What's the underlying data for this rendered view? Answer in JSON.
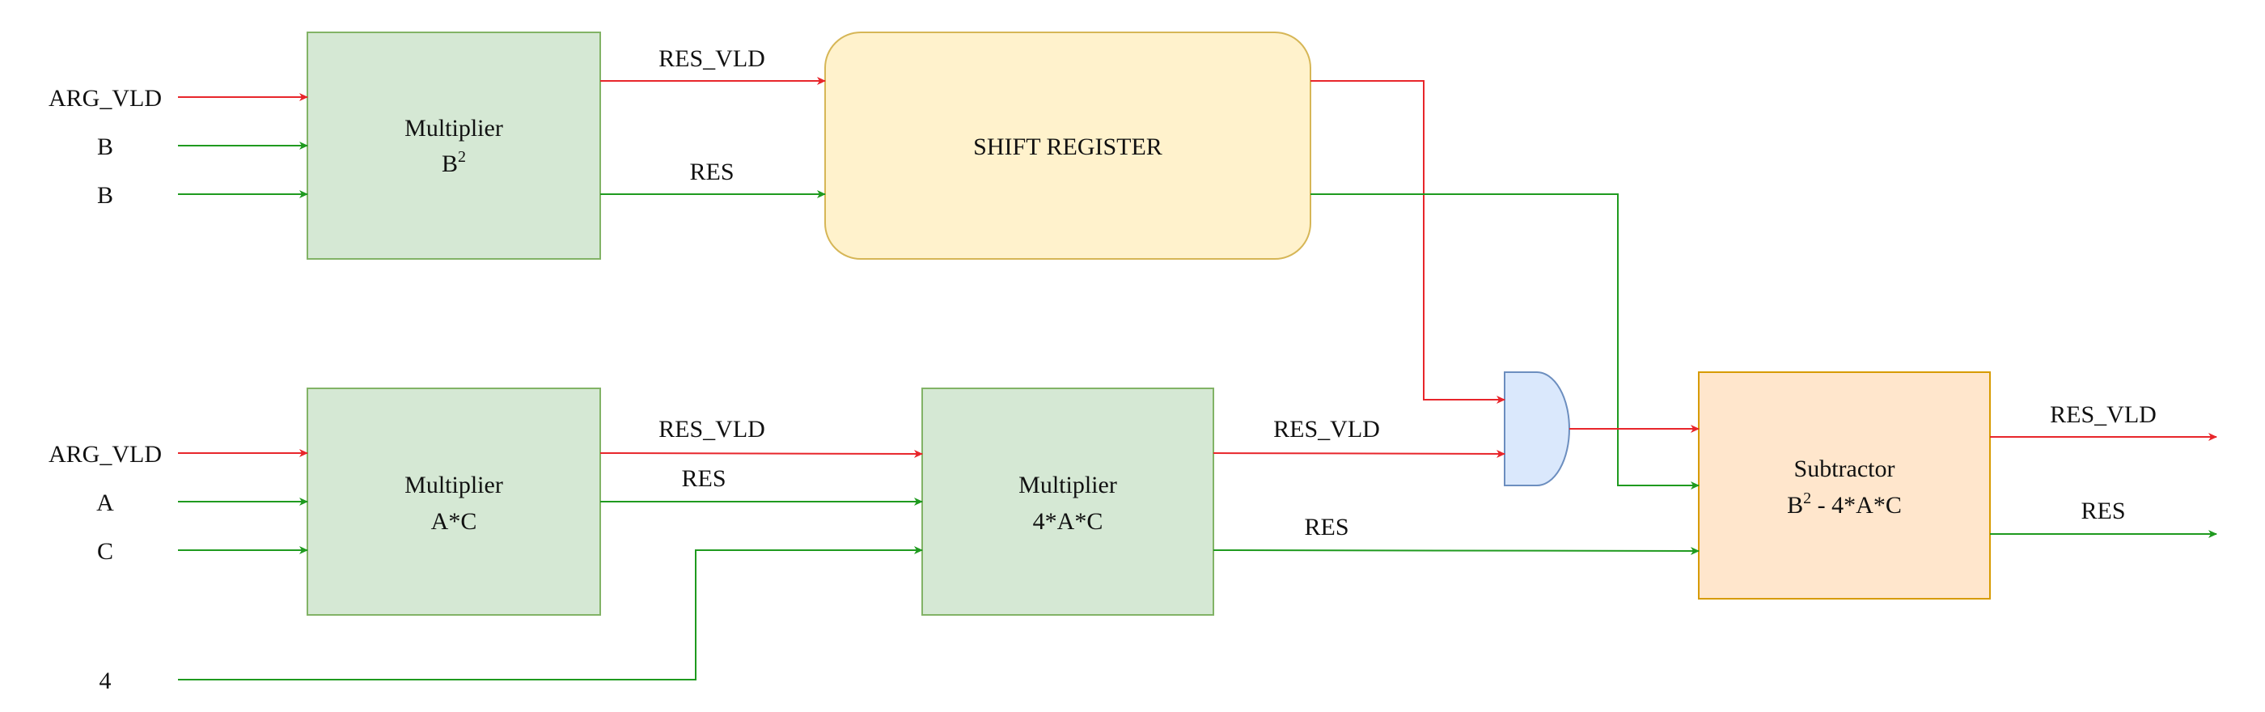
{
  "colors": {
    "signal_red": "#e8262b",
    "signal_green": "#1f9a1f",
    "multiplier_fill": "#d5e8d4",
    "multiplier_stroke": "#82b366",
    "shift_fill": "#fff2cc",
    "shift_stroke": "#d6b656",
    "subtractor_fill": "#ffe6cc",
    "subtractor_stroke": "#d79b00",
    "gate_fill": "#dae8fc",
    "gate_stroke": "#6c8ebf"
  },
  "inputs": {
    "top": [
      "ARG_VLD",
      "B",
      "B"
    ],
    "bottom": [
      "ARG_VLD",
      "A",
      "C"
    ],
    "const": "4"
  },
  "blocks": {
    "mult_b2": {
      "line1": "Multiplier",
      "line2_base": "B",
      "line2_sup": "2"
    },
    "shift": {
      "label": "SHIFT REGISTER"
    },
    "mult_ac": {
      "line1": "Multiplier",
      "line2": "A*C"
    },
    "mult_4ac": {
      "line1": "Multiplier",
      "line2": "4*A*C"
    },
    "subtractor": {
      "line1": "Subtractor",
      "line2_base": "B",
      "line2_sup": "2",
      "line2_rest": " - 4*A*C"
    }
  },
  "signals": {
    "b2_res_vld": "RES_VLD",
    "b2_res": "RES",
    "ac_res_vld": "RES_VLD",
    "ac_res": "RES",
    "fac_res_vld": "RES_VLD",
    "fac_res": "RES",
    "out_res_vld": "RES_VLD",
    "out_res": "RES"
  },
  "icons": {
    "and_gate": "and-gate-icon"
  }
}
